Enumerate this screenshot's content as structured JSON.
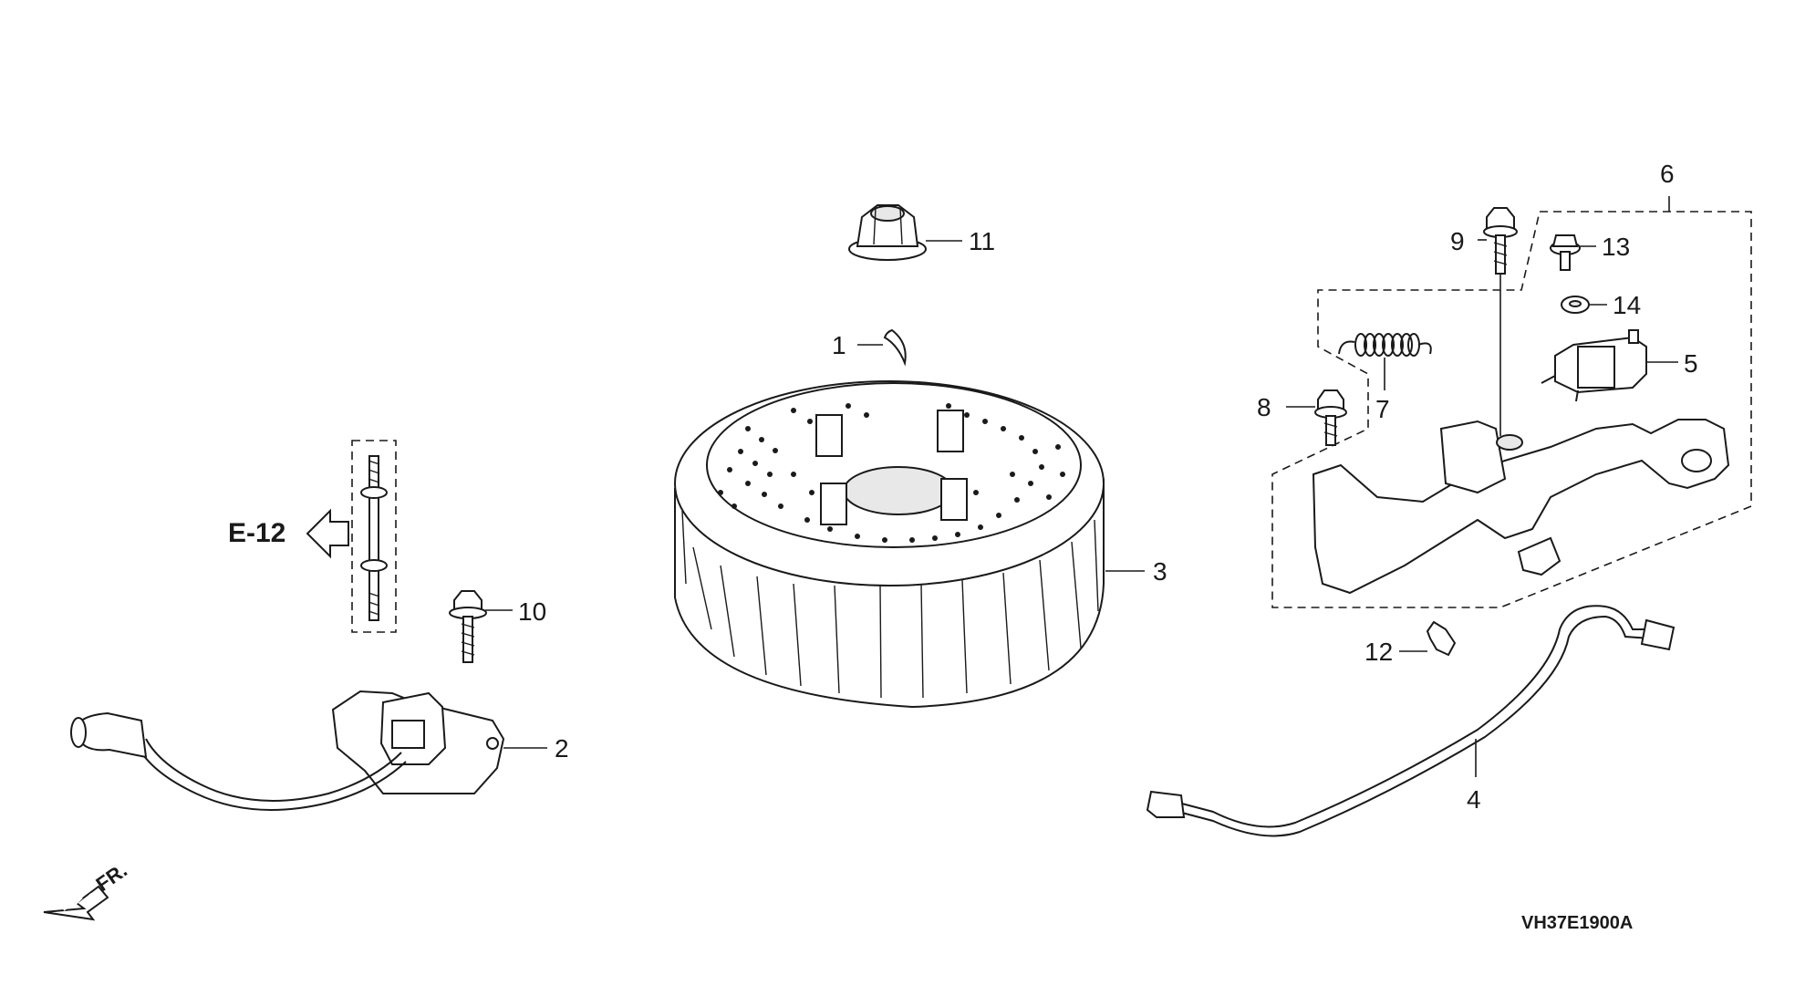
{
  "diagram": {
    "code": "VH37E1900A",
    "reference": "E-12",
    "direction_label": "FR.",
    "callouts": [
      "1",
      "2",
      "3",
      "4",
      "5",
      "6",
      "7",
      "8",
      "9",
      "10",
      "11",
      "12",
      "13",
      "14"
    ]
  }
}
